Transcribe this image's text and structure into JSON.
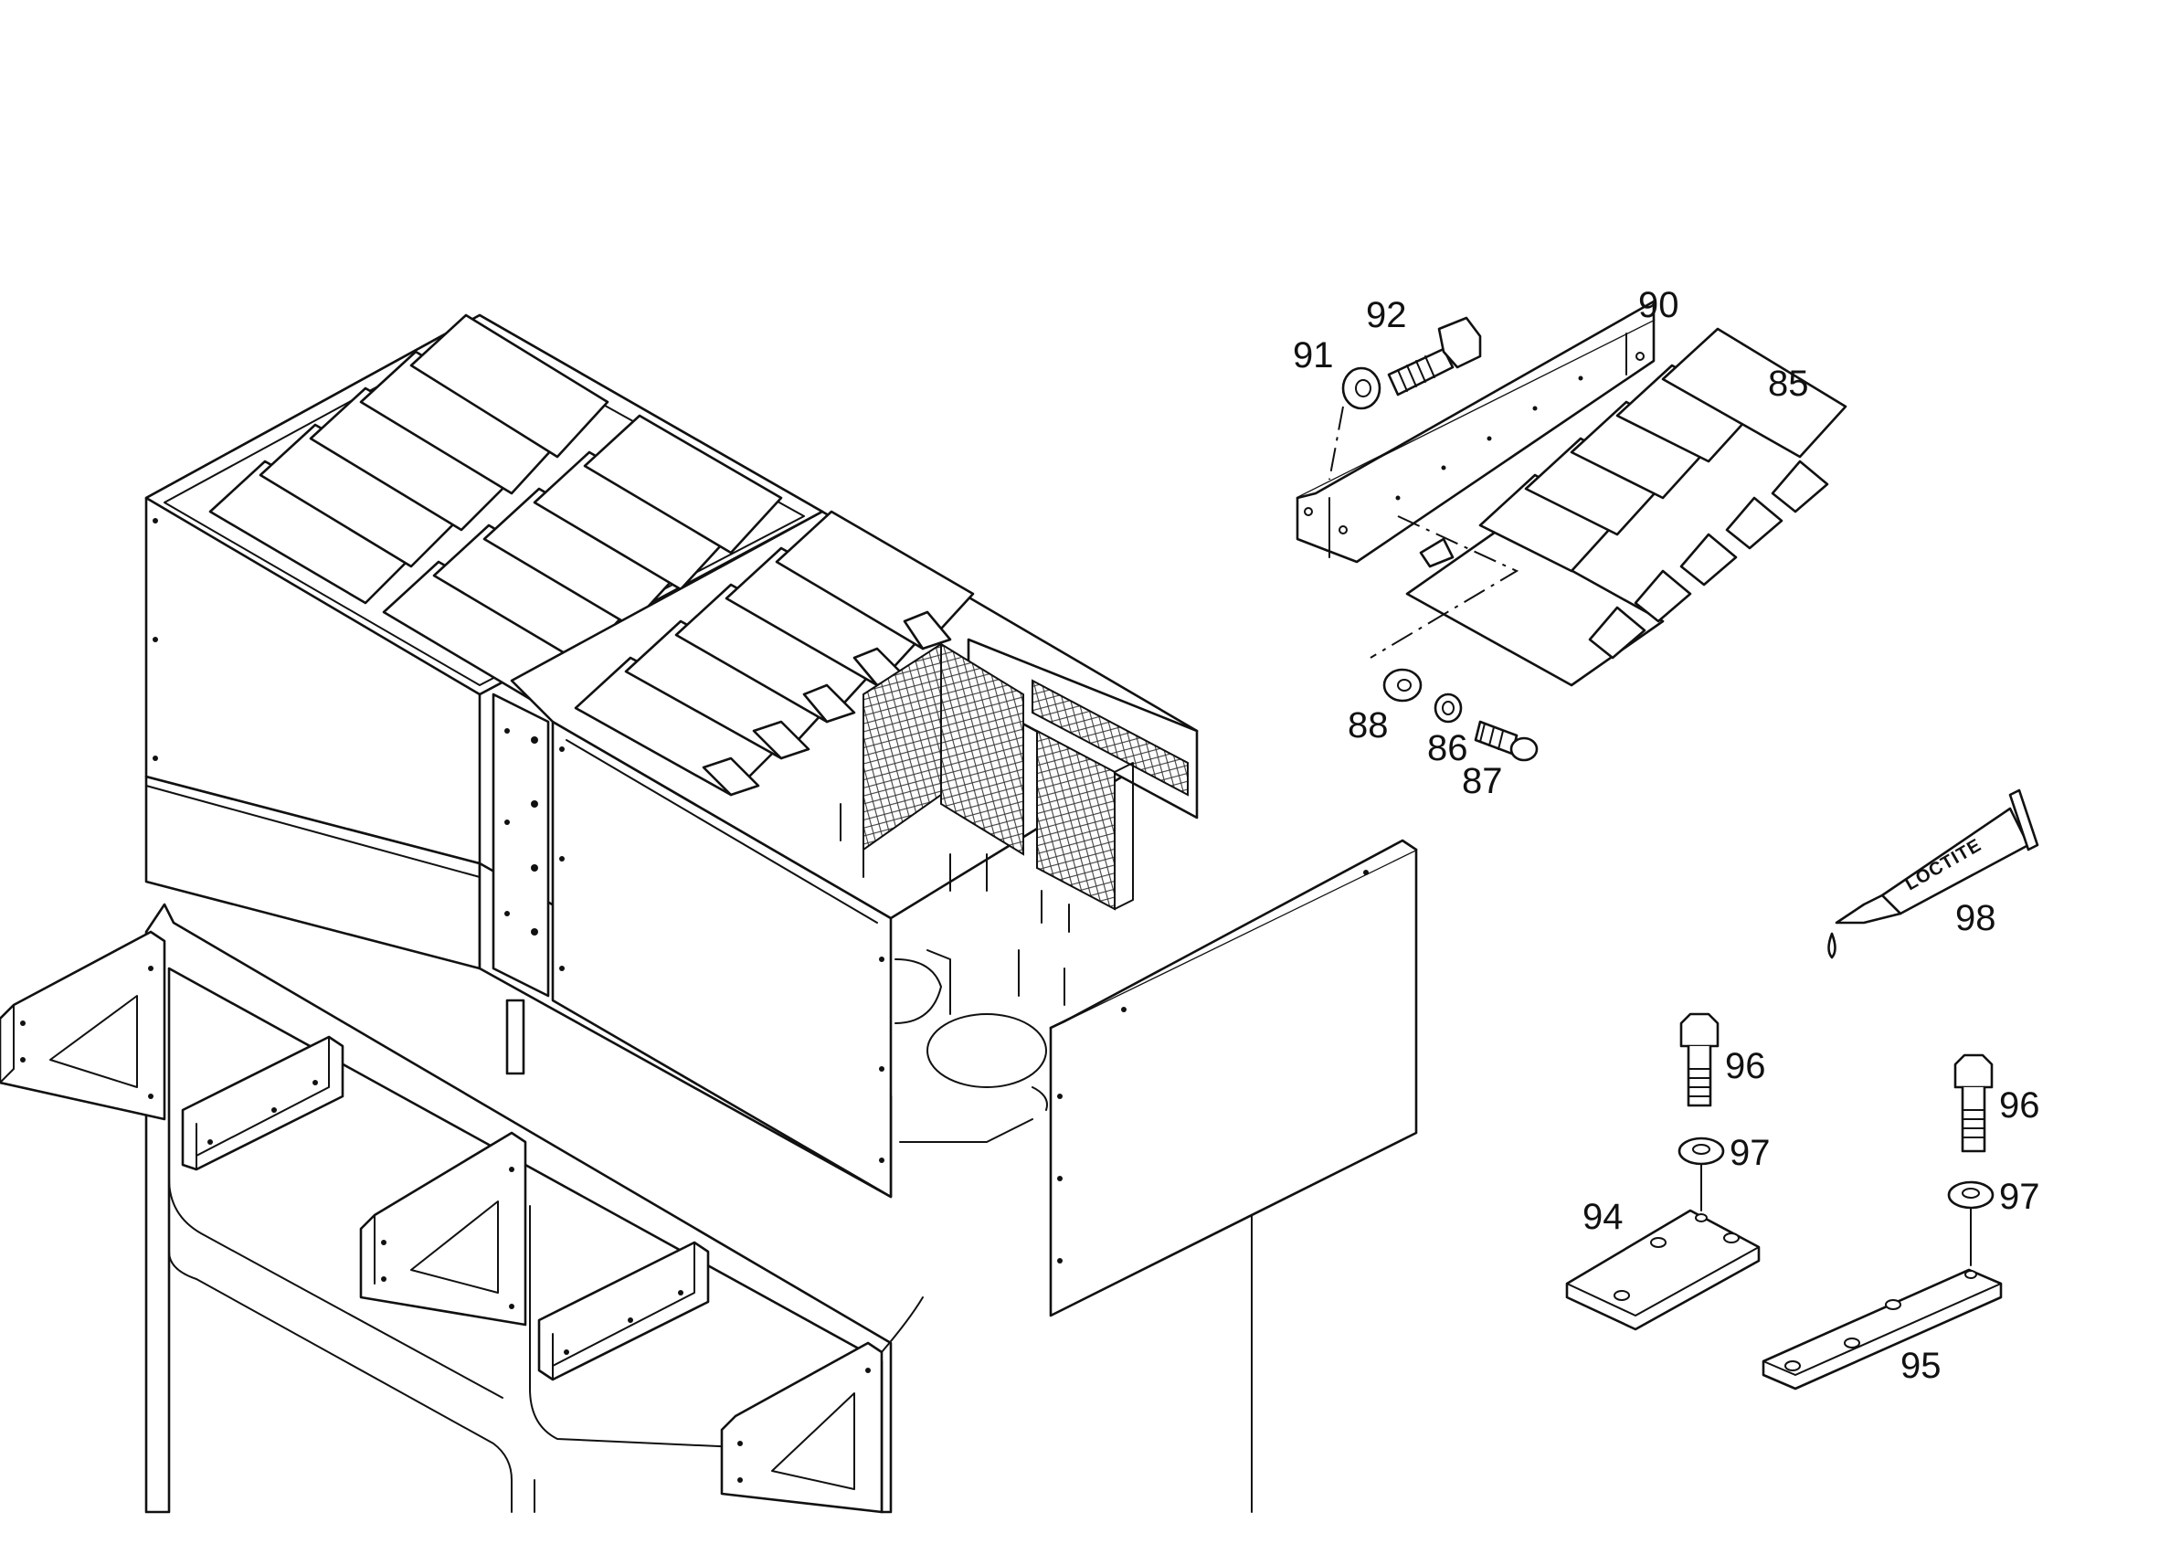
{
  "callouts": {
    "c85": "85",
    "c86": "86",
    "c87": "87",
    "c88": "88",
    "c90": "90",
    "c91": "91",
    "c92": "92",
    "c94": "94",
    "c95": "95",
    "c96a": "96",
    "c96b": "96",
    "c97a": "97",
    "c97b": "97",
    "c98": "98"
  },
  "tube_label": "LOCTITE"
}
